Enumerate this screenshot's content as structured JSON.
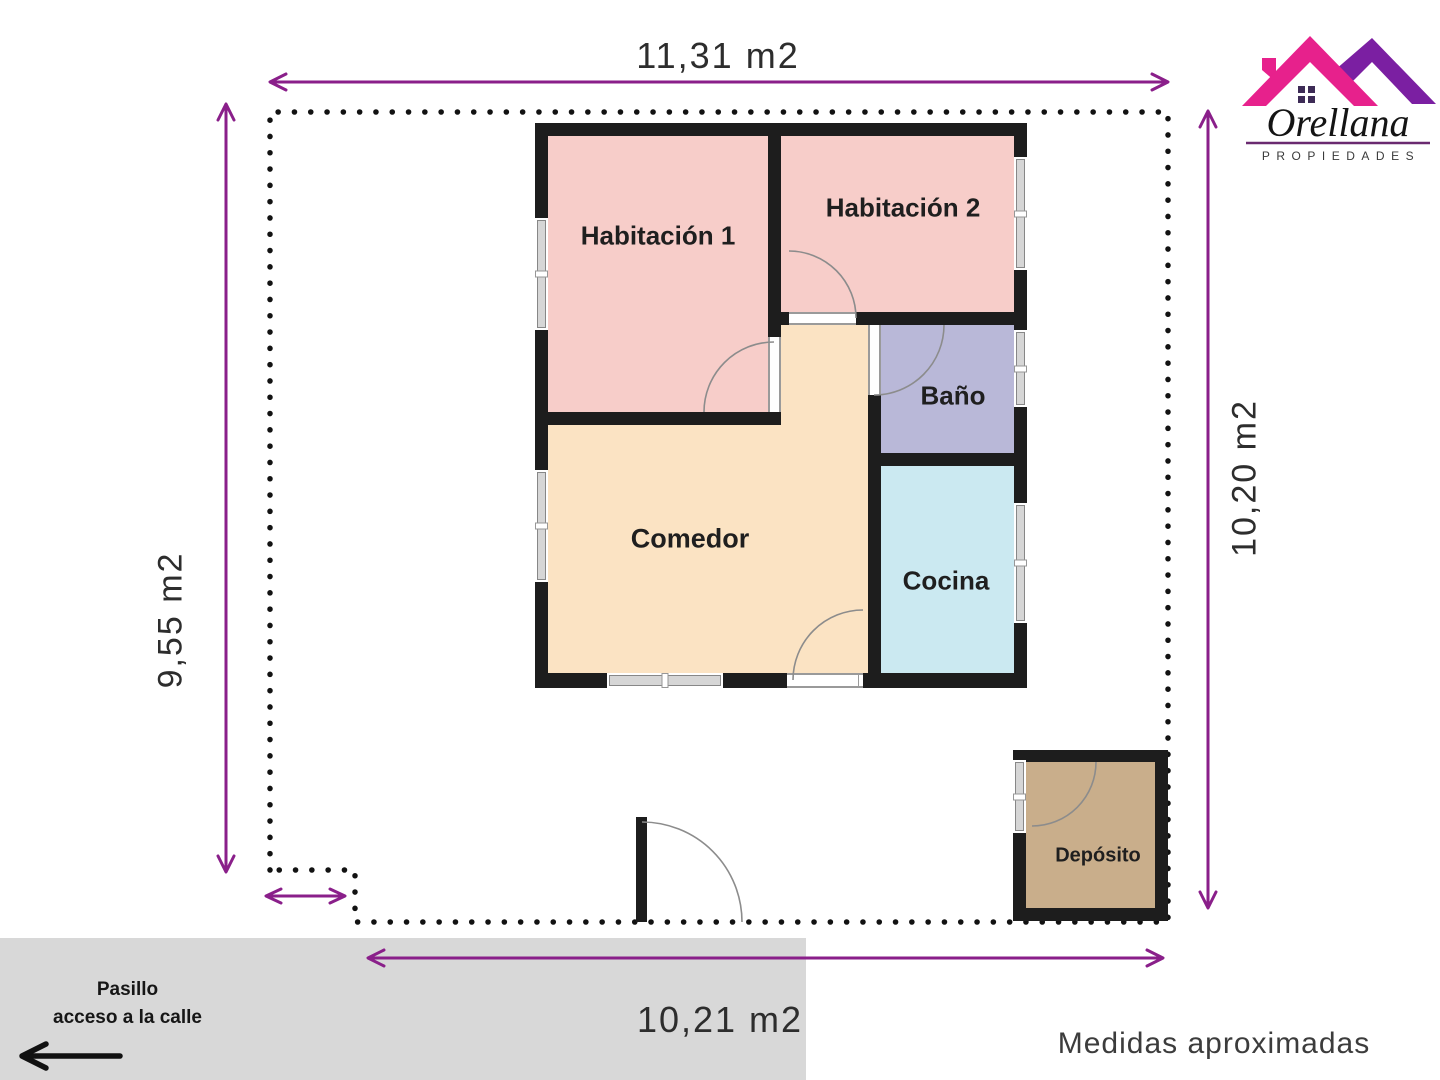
{
  "measurements": {
    "top": "11,31 m2",
    "right": "10,20 m2",
    "left": "9,55 m2",
    "bottom": "10,21 m2"
  },
  "rooms": {
    "hab1": "Habitación 1",
    "hab2": "Habitación 2",
    "bano": "Baño",
    "comedor": "Comedor",
    "cocina": "Cocina",
    "deposito": "Depósito"
  },
  "pasillo": {
    "line1": "Pasillo",
    "line2": "acceso a la calle"
  },
  "note": "Medidas aproximadas",
  "logo": {
    "name": "Orellana",
    "subtitle": "PROPIEDADES"
  },
  "colors": {
    "arrow": "#8A1F8A",
    "wall": "#1D1D1D",
    "room_pink": "#F7CDC9",
    "room_peach": "#FBE3C3",
    "room_lavender": "#B9B8D8",
    "room_cyan": "#CBE9F1",
    "room_tan": "#C9AE8B",
    "pasillo_gray": "#D8D8D8",
    "logo_pink": "#E7218C",
    "logo_purple": "#7B1FA2"
  }
}
